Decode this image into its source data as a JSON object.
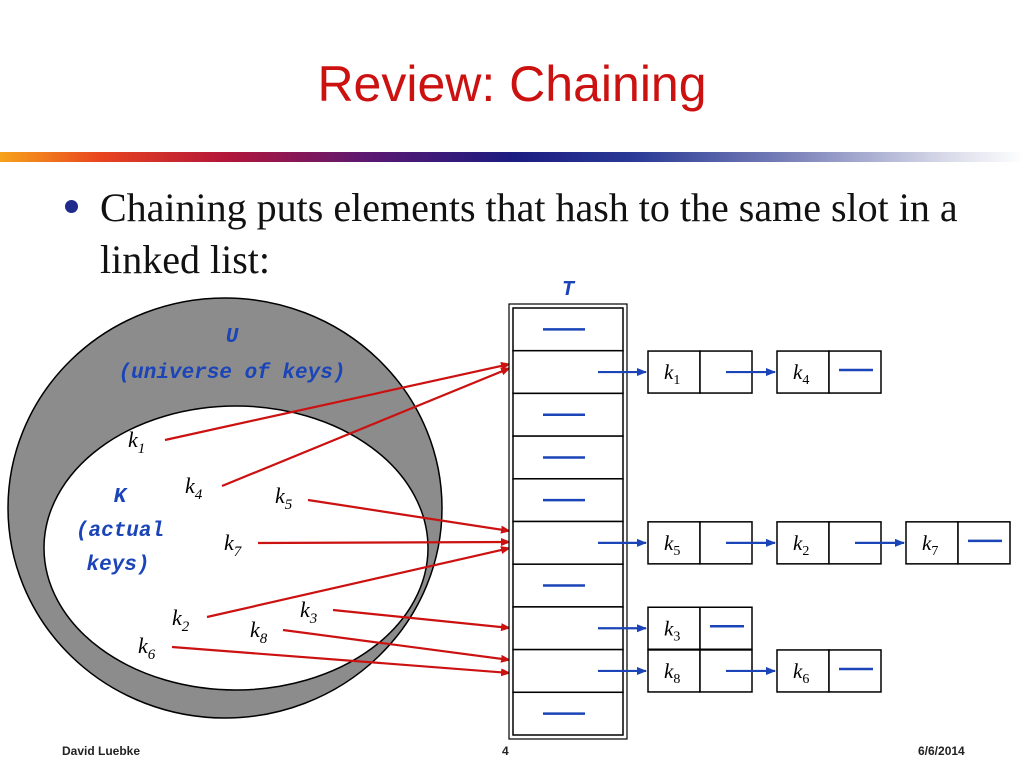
{
  "slide": {
    "title": "Review: Chaining",
    "bullet": "Chaining puts elements that hash to the same slot in a linked list:"
  },
  "diagram": {
    "table_label": "T",
    "universe_label_line1": "U",
    "universe_label_line2": "(universe of keys)",
    "actual_label_line1": "K",
    "actual_label_line2": "(actual",
    "actual_label_line3": "keys)",
    "colors": {
      "ring": "#8c8c8c",
      "arrow_red": "#cc1111",
      "arrow_blue": "#1a44b8",
      "label_blue": "#1a44b8"
    },
    "slots": [
      {
        "chain": []
      },
      {
        "chain": [
          {
            "key": "k",
            "sub": "1"
          },
          {
            "key": "k",
            "sub": "4"
          }
        ]
      },
      {
        "chain": []
      },
      {
        "chain": []
      },
      {
        "chain": []
      },
      {
        "chain": [
          {
            "key": "k",
            "sub": "5"
          },
          {
            "key": "k",
            "sub": "2"
          },
          {
            "key": "k",
            "sub": "7"
          }
        ]
      },
      {
        "chain": []
      },
      {
        "chain": [
          {
            "key": "k",
            "sub": "3"
          }
        ]
      },
      {
        "chain": [
          {
            "key": "k",
            "sub": "8"
          },
          {
            "key": "k",
            "sub": "6"
          }
        ]
      },
      {
        "chain": []
      }
    ],
    "keys_in_set": [
      {
        "key": "k",
        "sub": "1"
      },
      {
        "key": "k",
        "sub": "4"
      },
      {
        "key": "k",
        "sub": "5"
      },
      {
        "key": "k",
        "sub": "7"
      },
      {
        "key": "k",
        "sub": "2"
      },
      {
        "key": "k",
        "sub": "3"
      },
      {
        "key": "k",
        "sub": "8"
      },
      {
        "key": "k",
        "sub": "6"
      }
    ]
  },
  "footer": {
    "author": "David Luebke",
    "page": "4",
    "date": "6/6/2014"
  }
}
